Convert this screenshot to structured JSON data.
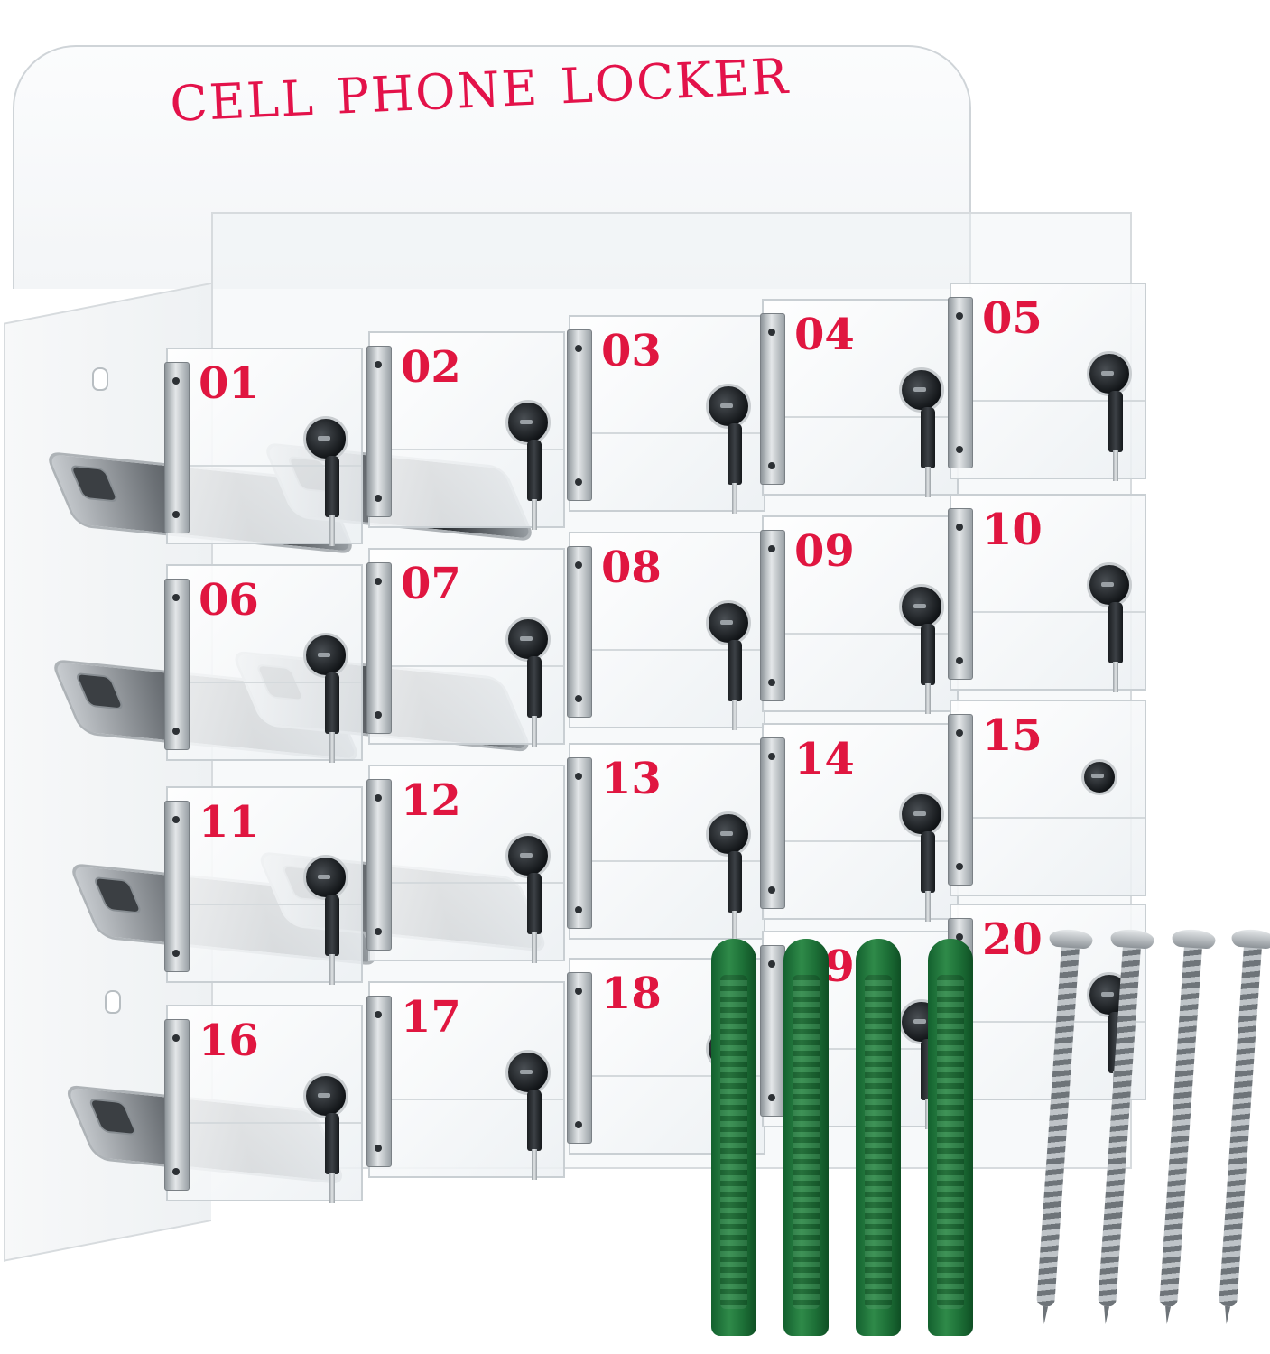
{
  "header": {
    "title_words": [
      "CELL",
      "PHONE",
      "LOCKER"
    ]
  },
  "lockers": [
    {
      "number": "01"
    },
    {
      "number": "02"
    },
    {
      "number": "03"
    },
    {
      "number": "04"
    },
    {
      "number": "05"
    },
    {
      "number": "06"
    },
    {
      "number": "07"
    },
    {
      "number": "08"
    },
    {
      "number": "09"
    },
    {
      "number": "10"
    },
    {
      "number": "11"
    },
    {
      "number": "12"
    },
    {
      "number": "13"
    },
    {
      "number": "14"
    },
    {
      "number": "15"
    },
    {
      "number": "16"
    },
    {
      "number": "17"
    },
    {
      "number": "18"
    },
    {
      "number": "19"
    },
    {
      "number": "20"
    }
  ],
  "colors": {
    "label_red": "#e01640",
    "acrylic_edge": "#c9cfd3",
    "anchor_green": "#1d7037",
    "screw_silver": "#bfc4c8"
  },
  "accessories": {
    "anchors": [
      {
        "icon": "wall-anchor-icon"
      },
      {
        "icon": "wall-anchor-icon"
      },
      {
        "icon": "wall-anchor-icon"
      },
      {
        "icon": "wall-anchor-icon"
      }
    ],
    "screws": [
      {
        "icon": "screw-icon"
      },
      {
        "icon": "screw-icon"
      },
      {
        "icon": "screw-icon"
      },
      {
        "icon": "screw-icon"
      }
    ]
  }
}
